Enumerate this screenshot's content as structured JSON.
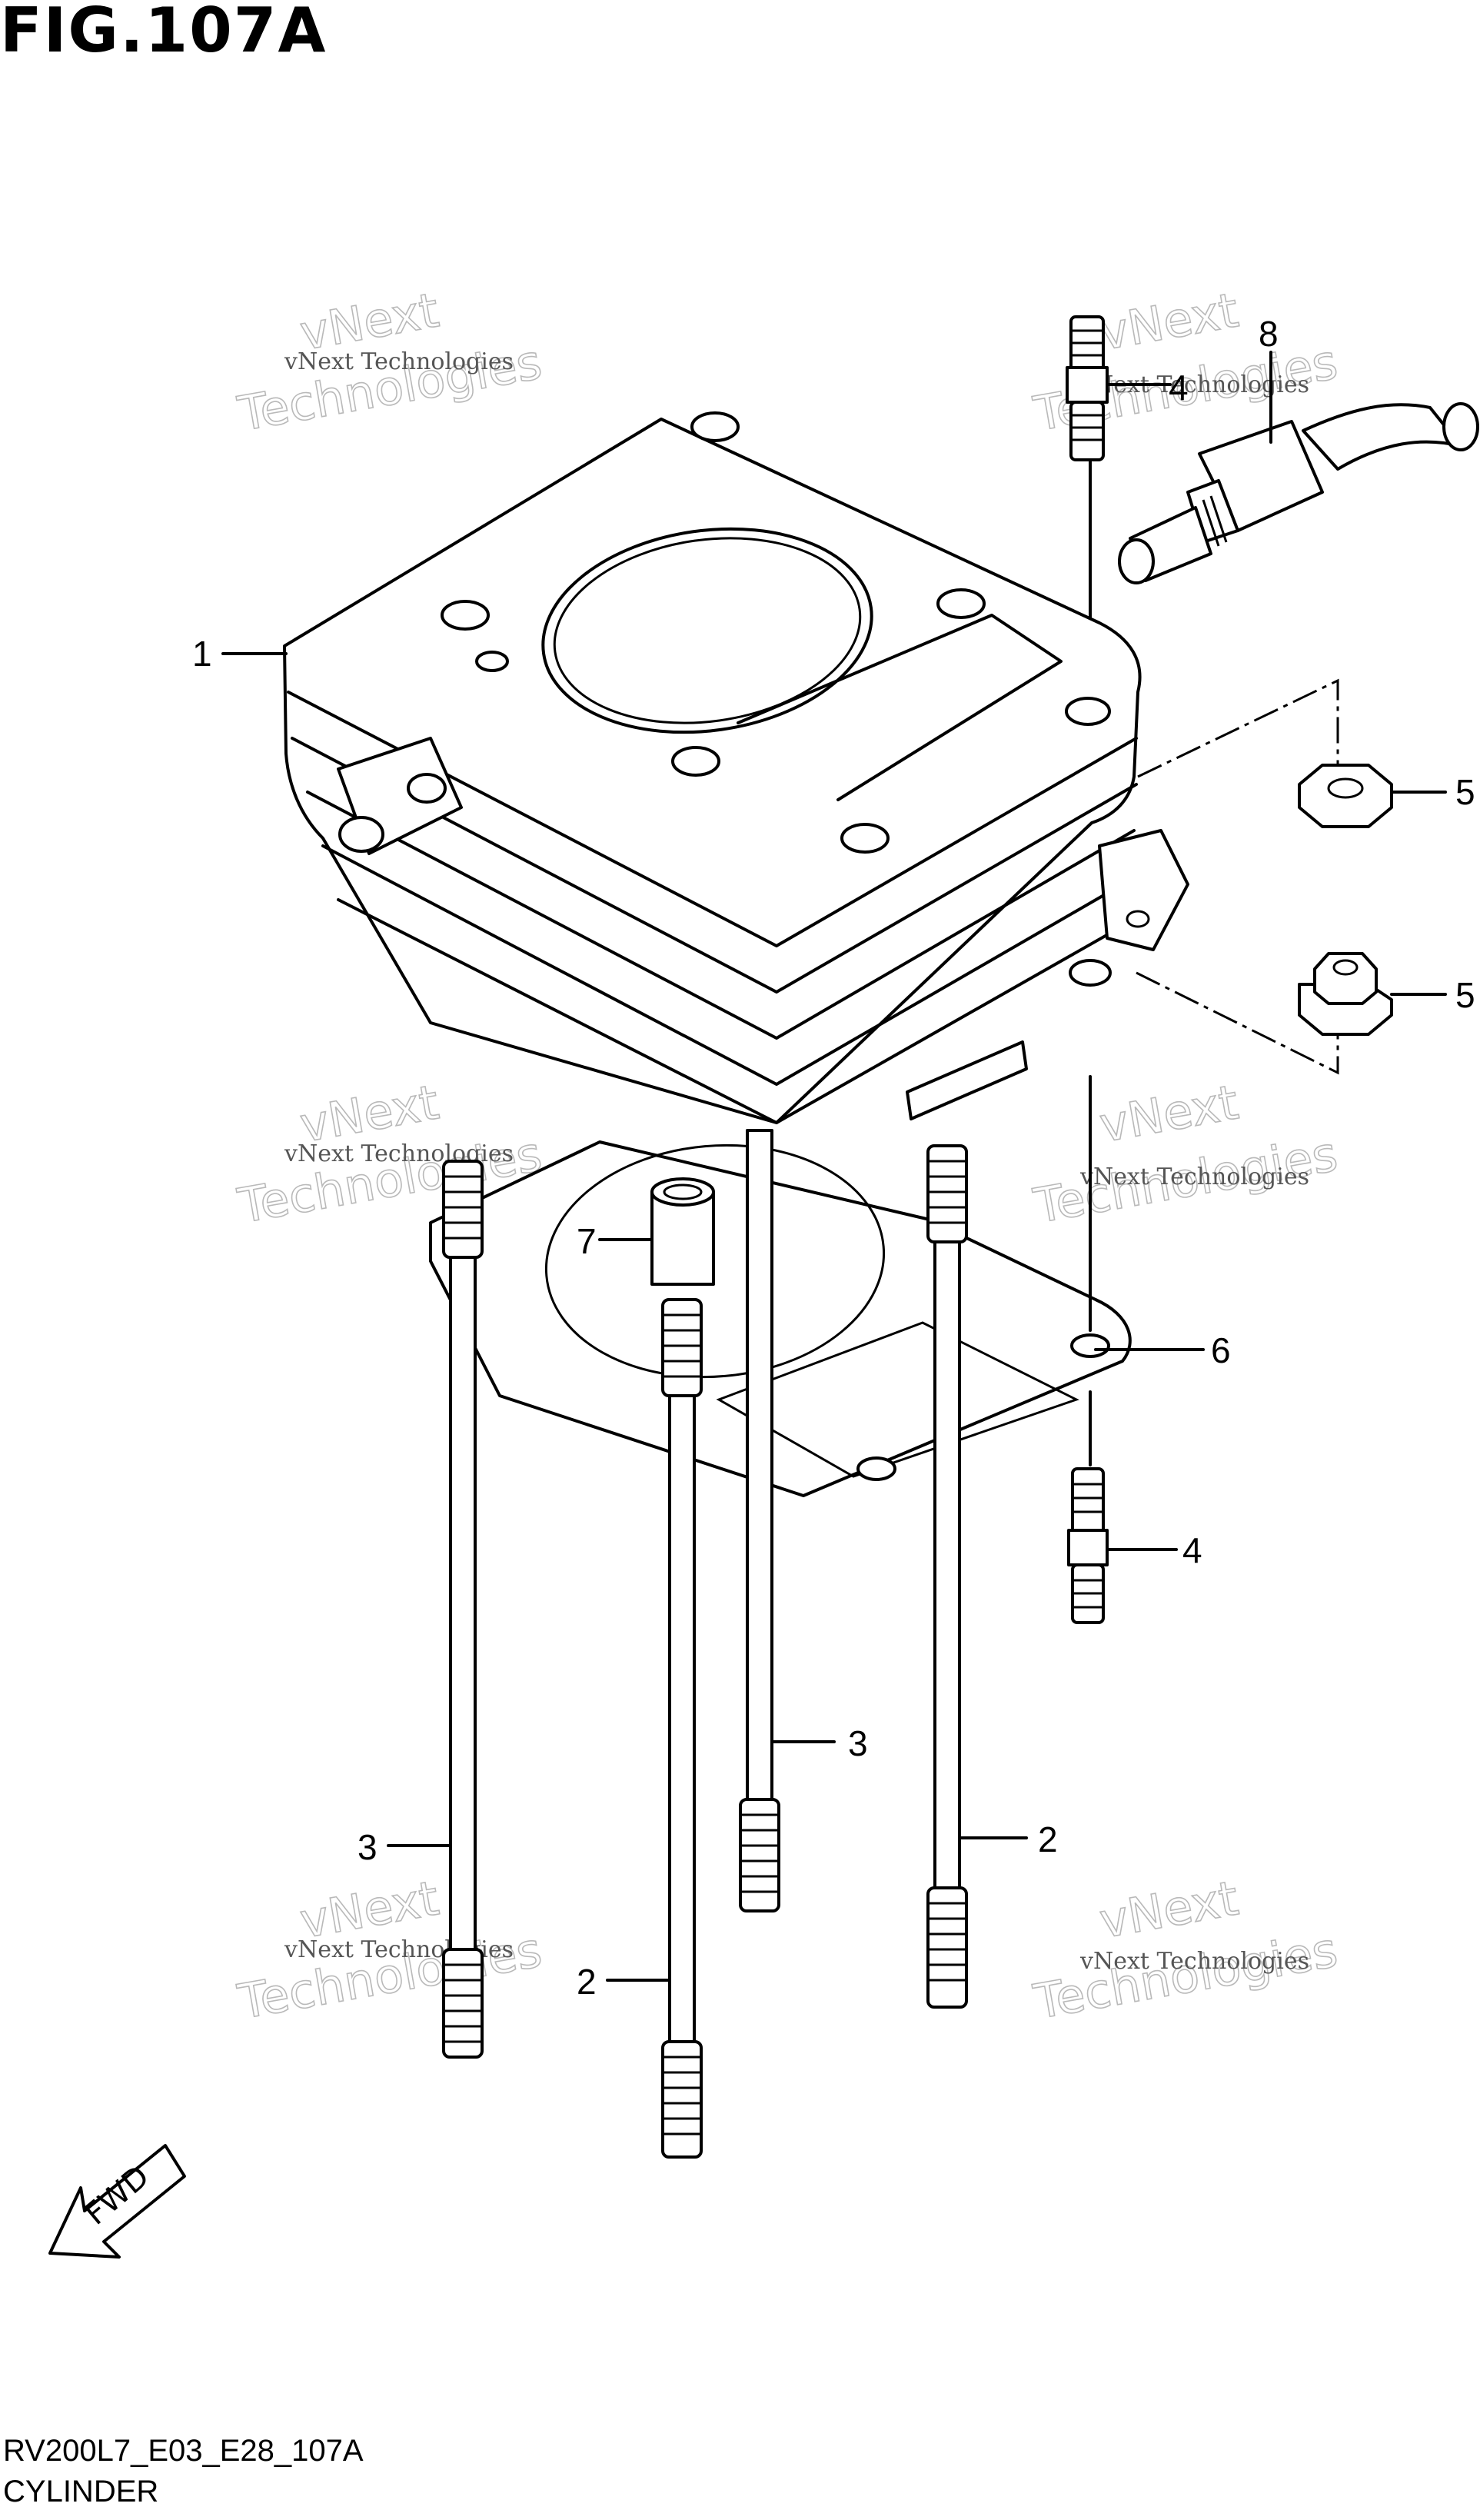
{
  "figure": {
    "title": "FIG.107A",
    "code": "RV200L7_E03_E28_107A",
    "name": "CYLINDER"
  },
  "watermark": {
    "line1": "vNext Technologies",
    "line2": "vNext",
    "line3": "Technologies"
  },
  "direction": {
    "label": "FWD"
  },
  "callouts": {
    "c1": "1",
    "c2a": "2",
    "c2b": "2",
    "c3a": "3",
    "c3b": "3",
    "c4a": "4",
    "c4b": "4",
    "c5a": "5",
    "c5b": "5",
    "c6": "6",
    "c7": "7",
    "c8": "8"
  }
}
